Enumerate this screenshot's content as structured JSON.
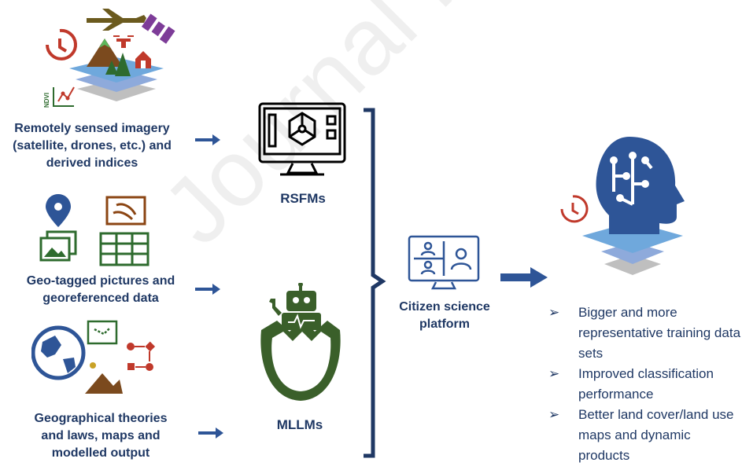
{
  "watermark": "Journal Pre-proof",
  "inputs": {
    "remote_sensing": "Remotely sensed imagery (satellite, drones, etc.) and derived indices",
    "remote_sensing_lines": [
      "Remotely sensed imagery",
      "(satellite, drones, etc.) and",
      "derived indices"
    ],
    "geotagged_lines": [
      "Geo-tagged pictures and",
      "georeferenced data"
    ],
    "geographic_lines": [
      "Geographical theories",
      "and laws, maps and",
      "modelled output"
    ],
    "ndvi_label": "NDVI"
  },
  "models": {
    "rsfm_label": "RSFMs",
    "mllm_label": "MLLMs"
  },
  "platform": {
    "lines": [
      "Citizen science",
      "platform"
    ]
  },
  "outcomes": {
    "marker": "➢",
    "items": [
      "Bigger and more representative training data sets",
      "Improved classification performance",
      "Better land cover/land use maps and dynamic products"
    ]
  },
  "colors": {
    "navy": "#1f3864",
    "arrow_blue": "#2e5597",
    "clock_red": "#c0392b",
    "tree_green": "#2e6b2e",
    "map_brown": "#8b4513",
    "robot_green": "#3a5f2a",
    "layer_blue": "#8eaadb",
    "layer_gray": "#bfbfbf"
  }
}
